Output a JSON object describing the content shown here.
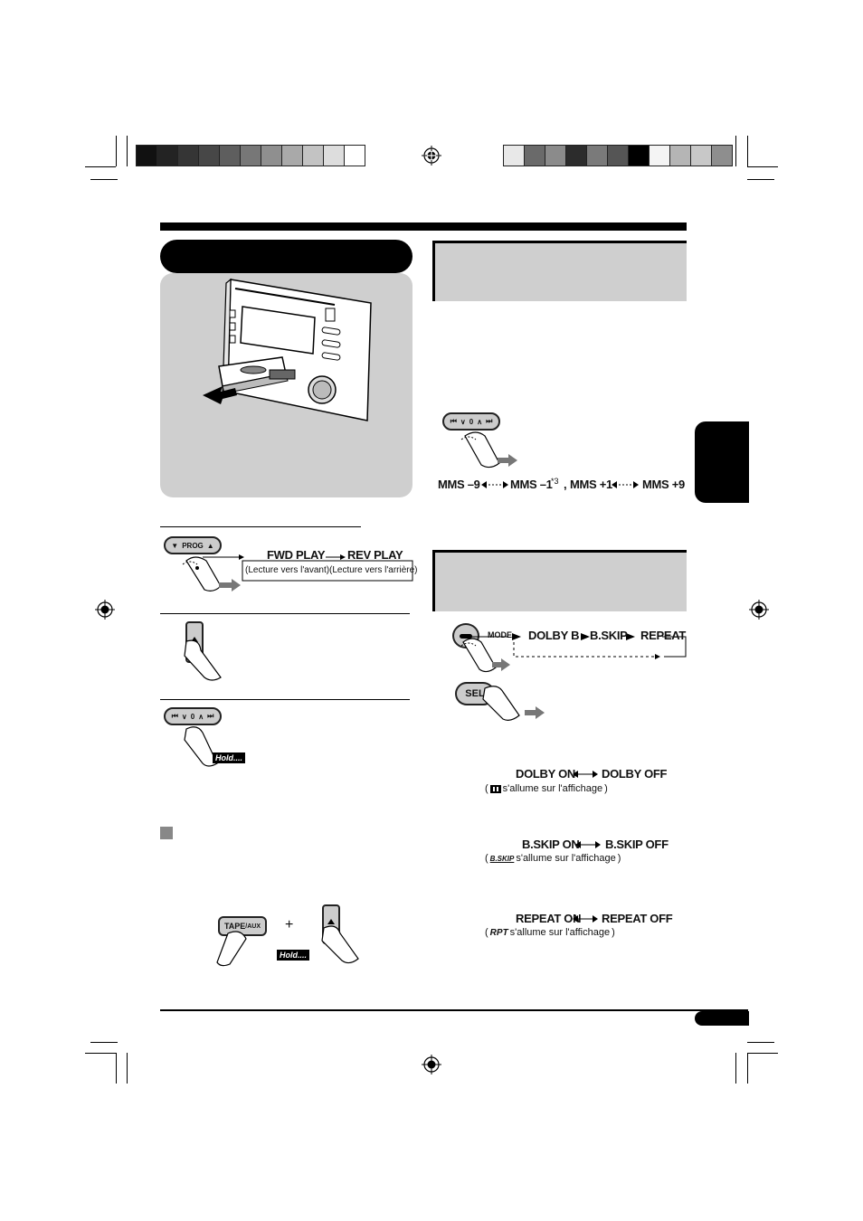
{
  "print_marks": {
    "left_strip_colors": [
      "#111111",
      "#232323",
      "#353535",
      "#474747",
      "#5e5e5e",
      "#777777",
      "#8f8f8f",
      "#a9a9a9",
      "#c3c3c3",
      "#dddddd",
      "#ffffff"
    ],
    "right_strip_colors": [
      "#e8e8e8",
      "#6a6a6a",
      "#8b8b8b",
      "#2c2c2c",
      "#7a7a7a",
      "#555555",
      "#000000",
      "#f4f4f4",
      "#b5b5b5",
      "#c8c8c8",
      "#8e8e8e"
    ]
  },
  "left": {
    "prog_button": {
      "left_arrow": "▼",
      "label": "PROG",
      "right_arrow": "▲"
    },
    "play_mode": {
      "fwd": "FWD PLAY",
      "rev": "REV PLAY",
      "fwd_note": "(Lecture vers l'avant)",
      "rev_note": "(Lecture vers l'arrière)"
    },
    "skip_button": {
      "prev": "⏮",
      "down": "∨",
      "zero": "0",
      "up": "∧",
      "next": "⏭"
    },
    "hold_badge": "Hold....",
    "tape_aux": {
      "label_main": "TAPE",
      "label_sub": "/AUX",
      "plus": "+",
      "hold_badge": "Hold...."
    }
  },
  "right": {
    "mms": {
      "minus9": "MMS –9",
      "minus1": "MMS –1",
      "footnote": "*3",
      "comma": ",",
      "plus1": "MMS +1",
      "plus9": "MMS +9"
    },
    "mode_flow": {
      "mode_label": "MODE",
      "dolby": "DOLBY B",
      "bskip": "B.SKIP",
      "repeat": "REPEAT",
      "sel_label": "SEL"
    },
    "dolby": {
      "on": "DOLBY ON",
      "off": "DOLBY OFF",
      "note": "s'allume sur l'affichage"
    },
    "bskip": {
      "on": "B.SKIP ON",
      "off": "B.SKIP OFF",
      "icon_text": "B.SKIP",
      "note": "s'allume sur l'affichage"
    },
    "repeat": {
      "on": "REPEAT ON",
      "off": "REPEAT OFF",
      "icon_text": "RPT",
      "note": "s'allume sur l'affichage"
    }
  }
}
